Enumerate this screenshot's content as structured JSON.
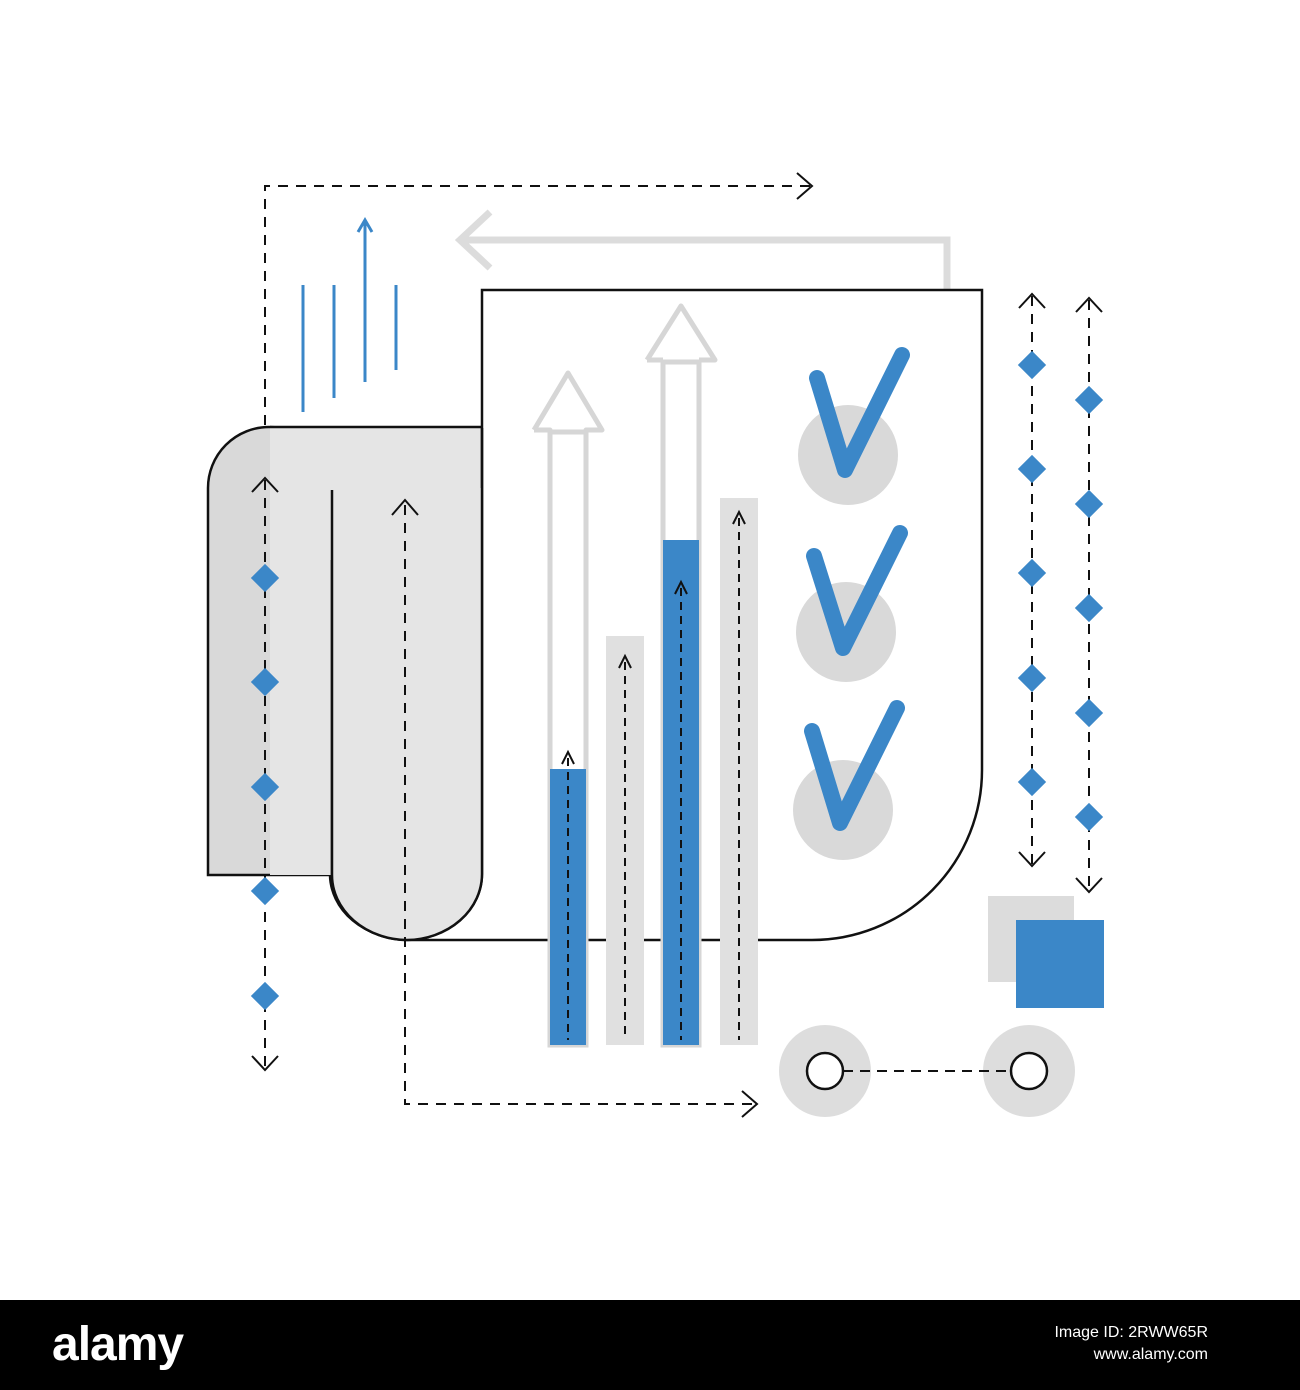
{
  "colors": {
    "background": "#ffffff",
    "accent_blue": "#3b87c8",
    "light_gray": "#dddddd",
    "mid_gray": "#d0d0d0",
    "outline": "#111111",
    "footer": "#000000"
  },
  "illustration": {
    "icons": [
      "paper-roll-icon",
      "bar-chart-icon",
      "checkmark-icon",
      "flow-arrow-icon",
      "diamond-marker-icon",
      "node-connector-icon"
    ],
    "bar_levels": [
      0.45,
      0.74
    ],
    "checkmarks": 3
  },
  "footer": {
    "brand": "alamy",
    "image_id": "Image ID: 2RWW65R",
    "site": "www.alamy.com"
  }
}
